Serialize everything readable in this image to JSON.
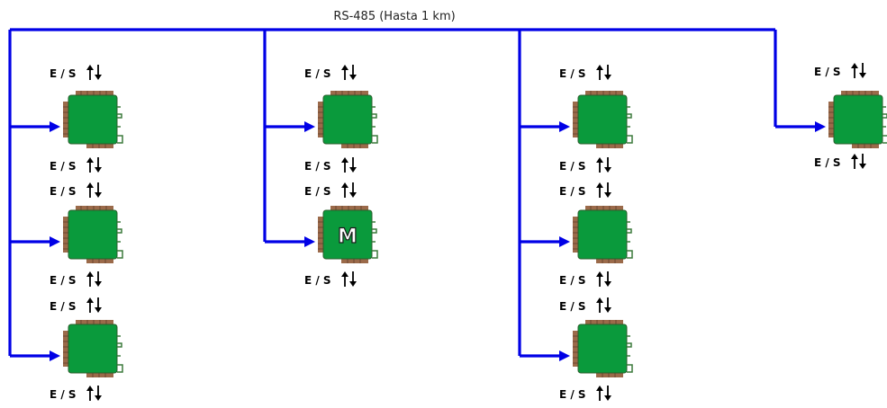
{
  "bus": {
    "label": "RS-485 (Hasta 1 km)",
    "color": "#0000e6"
  },
  "io_label": "E / S",
  "master_letter": "M",
  "colors": {
    "board": "#0a9a3c",
    "board_border": "#2b5e2b",
    "pins": "#9b6a4a",
    "pins_dark": "#6b4630",
    "arrow": "#000000"
  },
  "icons": [
    "io-arrows-icon",
    "arrow-right-icon",
    "board-icon"
  ],
  "columns": [
    {
      "id": "col-1",
      "devices": [
        {
          "type": "slave"
        },
        {
          "type": "slave"
        },
        {
          "type": "slave"
        }
      ]
    },
    {
      "id": "col-2",
      "devices": [
        {
          "type": "slave"
        },
        {
          "type": "master"
        }
      ]
    },
    {
      "id": "col-3",
      "devices": [
        {
          "type": "slave"
        },
        {
          "type": "slave"
        },
        {
          "type": "slave"
        }
      ]
    },
    {
      "id": "col-4",
      "devices": [
        {
          "type": "slave"
        }
      ]
    }
  ]
}
